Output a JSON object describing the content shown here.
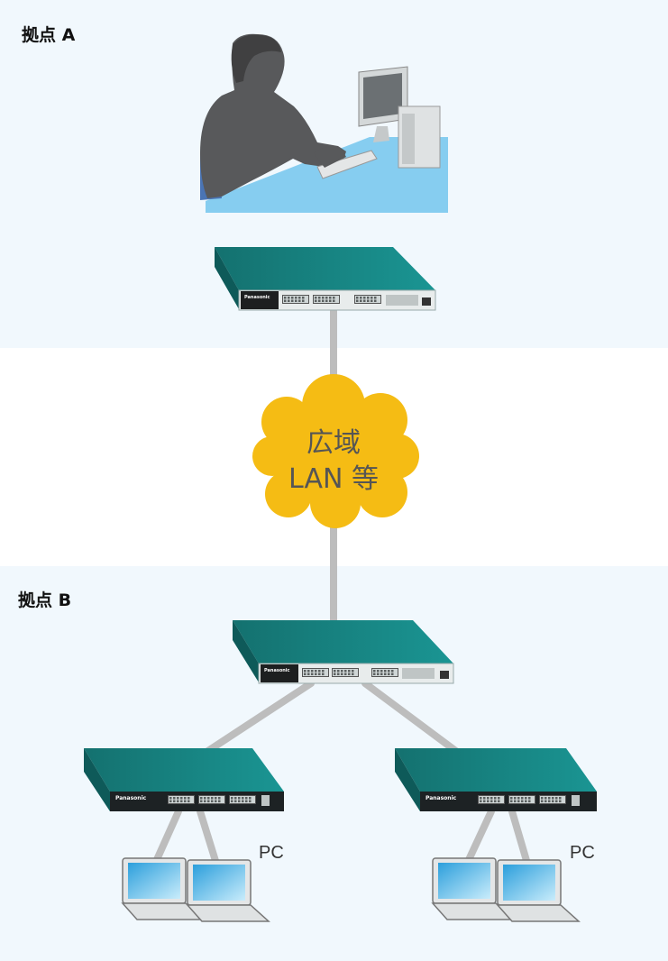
{
  "site_a": {
    "label": "拠点 A"
  },
  "site_b": {
    "label": "拠点 B"
  },
  "wan": {
    "line1": "広域",
    "line2": "LAN 等"
  },
  "pc_groups": [
    {
      "label": "PC"
    },
    {
      "label": "PC"
    }
  ],
  "switch": {
    "brand": "Panasonic"
  },
  "colors": {
    "zone_bg": "#f1f8fd",
    "switch_top": "#1a8a88",
    "switch_front": "#e8ecec",
    "cable": "#bdbdbd",
    "cloud": "#f5bc14",
    "desk": "#86cdf0",
    "person": "#58595b"
  }
}
